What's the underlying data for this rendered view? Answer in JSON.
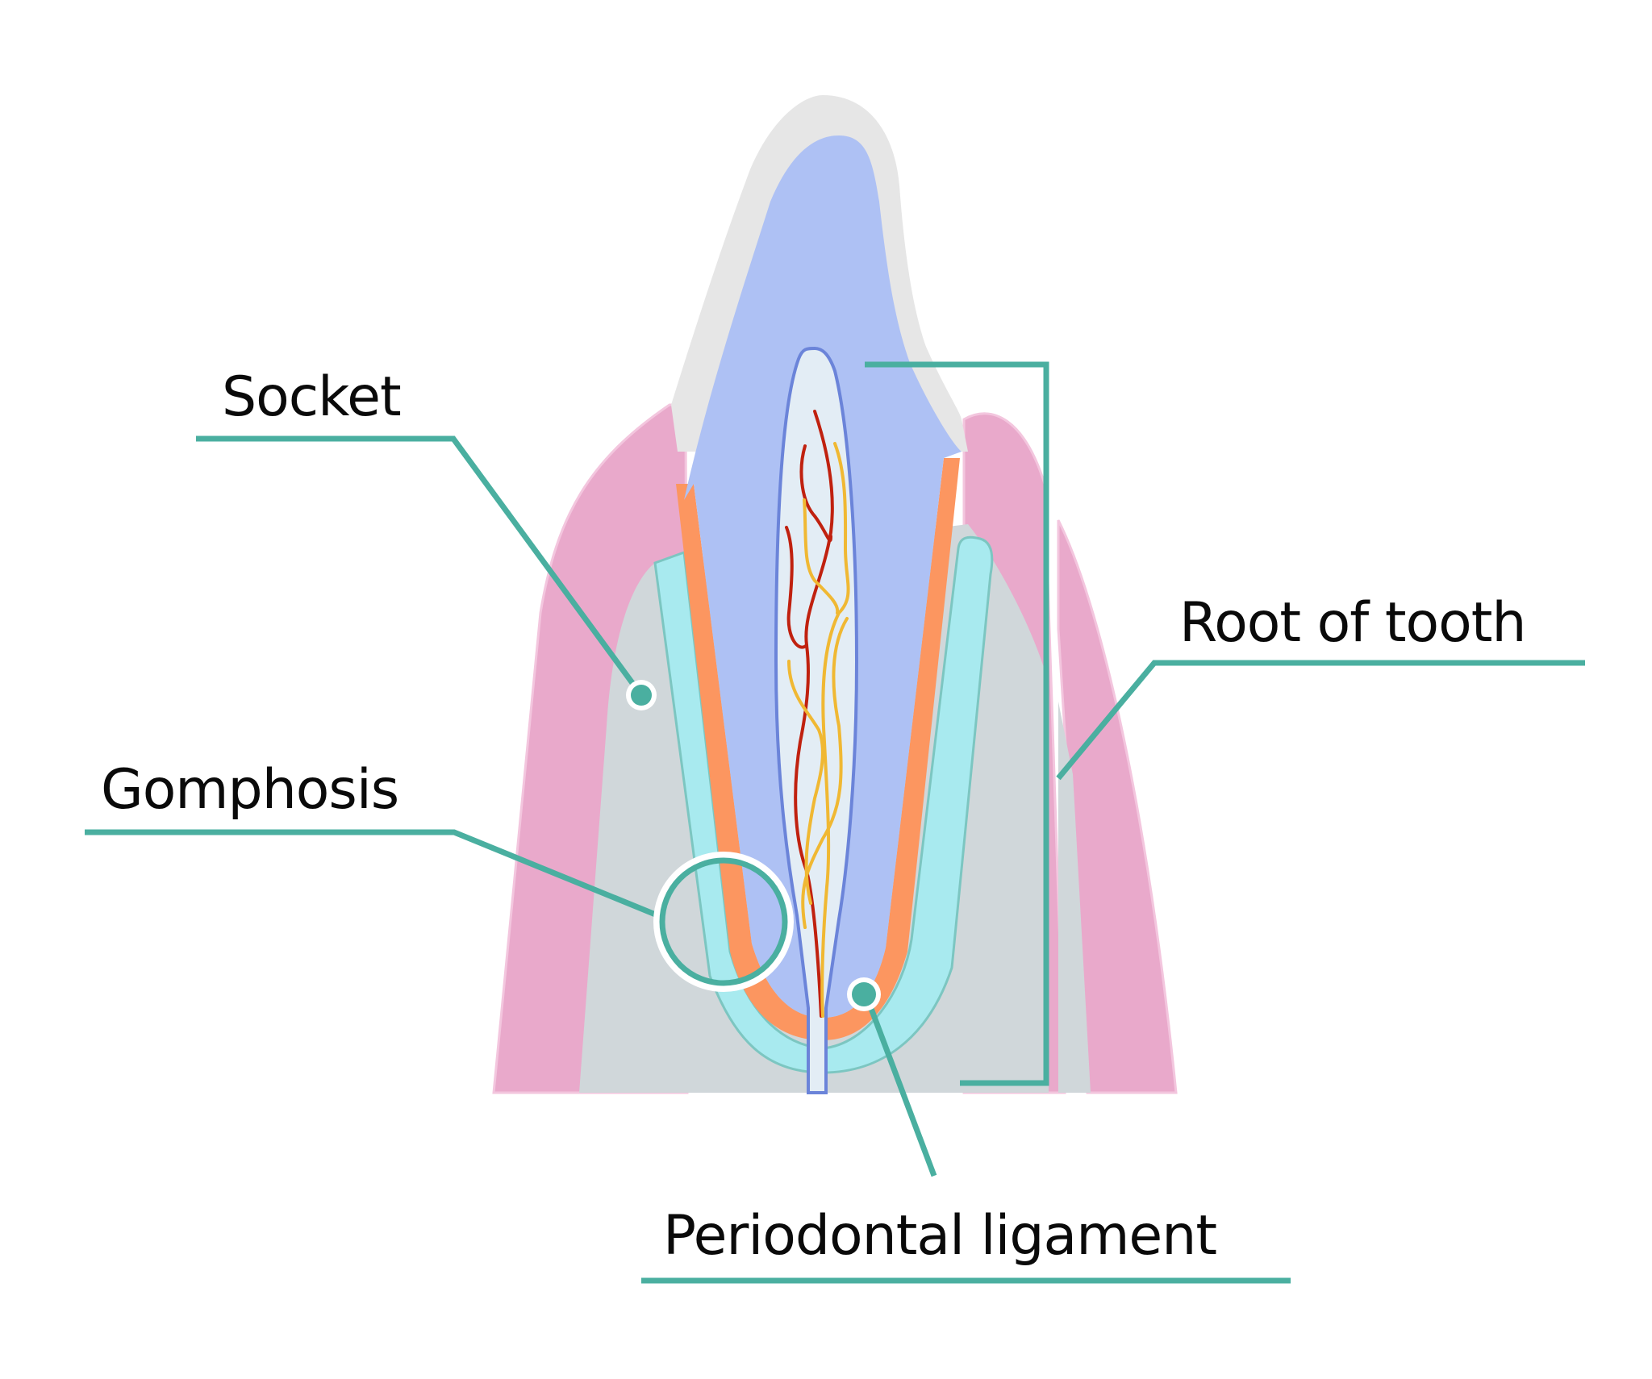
{
  "diagram": {
    "title": "Tooth gomphosis anatomy",
    "labels": {
      "socket": "Socket",
      "gomphosis": "Gomphosis",
      "root": "Root of tooth",
      "periodontal": "Periodontal ligament"
    },
    "colors": {
      "background": "#ffffff",
      "gum": "#e9a9cb",
      "gum_edge": "#f3c6de",
      "bone": "#d0d7da",
      "enamel": "#e6e6e6",
      "dentin": "#aec1f4",
      "pulp": "#e3edf5",
      "pulp_outline": "#6b84d9",
      "cementum": "#fc9660",
      "ligament": "#a8eaef",
      "ligament_outline": "#7cc6c1",
      "leader": "#4aafa0",
      "artery": "#c0210f",
      "nerve": "#f0b833",
      "text": "#0a0a0a"
    }
  }
}
